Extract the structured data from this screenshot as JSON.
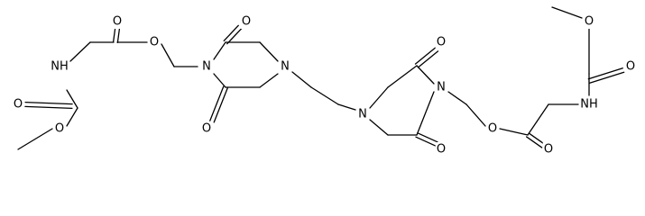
{
  "structure": {
    "kind": "chemical-structure",
    "colors": {
      "bond": "#000000",
      "label": "#000000",
      "background": "#ffffff"
    },
    "atoms": [
      {
        "id": "o_top_left",
        "label": "O"
      },
      {
        "id": "o_ester_left",
        "label": "O"
      },
      {
        "id": "nh_left",
        "label": "NH"
      },
      {
        "id": "o_carbamate_left",
        "label": "O"
      },
      {
        "id": "o_methoxy_left",
        "label": "O"
      },
      {
        "id": "n_imide_left",
        "label": "N"
      },
      {
        "id": "o_ring_left_top",
        "label": "O"
      },
      {
        "id": "o_ring_left_bottom",
        "label": "O"
      },
      {
        "id": "n_amine_left",
        "label": "N"
      },
      {
        "id": "n_amine_right",
        "label": "N"
      },
      {
        "id": "o_ring_right_top",
        "label": "O"
      },
      {
        "id": "o_ring_right_bottom",
        "label": "O"
      },
      {
        "id": "n_imide_right",
        "label": "N"
      },
      {
        "id": "o_ester_right",
        "label": "O"
      },
      {
        "id": "o_carbonyl_right",
        "label": "O"
      },
      {
        "id": "nh_right",
        "label": "NH"
      },
      {
        "id": "o_methoxy_right",
        "label": "O"
      },
      {
        "id": "o_carbamate_right",
        "label": "O"
      }
    ]
  }
}
